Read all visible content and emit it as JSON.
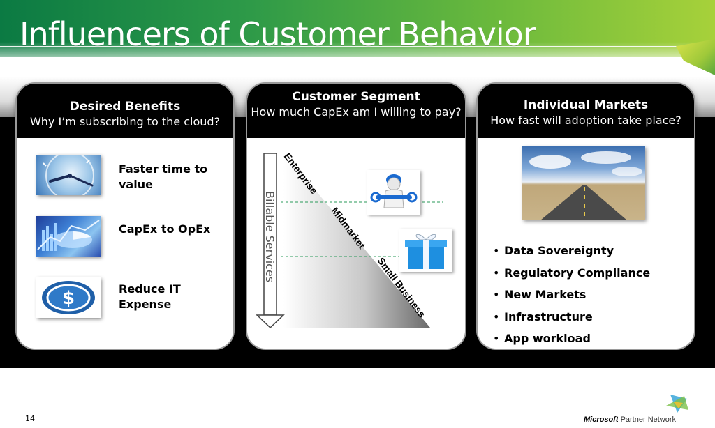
{
  "slide": {
    "title": "Influencers of Customer Behavior",
    "number": "14"
  },
  "benefits": {
    "heading": "Desired Benefits",
    "subheading": "Why I’m subscribing to the cloud?",
    "items": [
      {
        "label": "Faster time to value",
        "icon": "clock-image"
      },
      {
        "label": "CapEx to OpEx",
        "icon": "charts-image"
      },
      {
        "label": "Reduce IT Expense",
        "icon": "dollar-image"
      }
    ]
  },
  "segment": {
    "heading": "Customer Segment",
    "subheading": "How much CapEx am I willing to pay?",
    "axis_label": "Billable Services",
    "tiers": [
      "Enterprise",
      "Midmarket",
      "Small Business"
    ],
    "icons": [
      "mechanic-figure-image",
      "gift-box-image"
    ]
  },
  "markets": {
    "heading": "Individual Markets",
    "subheading": "How fast will adoption take place?",
    "image": "open-road-image",
    "items": [
      "Data Sovereignty",
      "Regulatory Compliance",
      "New Markets",
      "Infrastructure",
      "App workload"
    ]
  },
  "footer": {
    "brand_bold": "Microsoft",
    "brand_rest": "Partner Network"
  },
  "colors": {
    "header_green": "#2e9a48",
    "panel_head": "#000000",
    "dashed_line": "#2a9a5a",
    "gift_blue": "#1e8fe0"
  }
}
